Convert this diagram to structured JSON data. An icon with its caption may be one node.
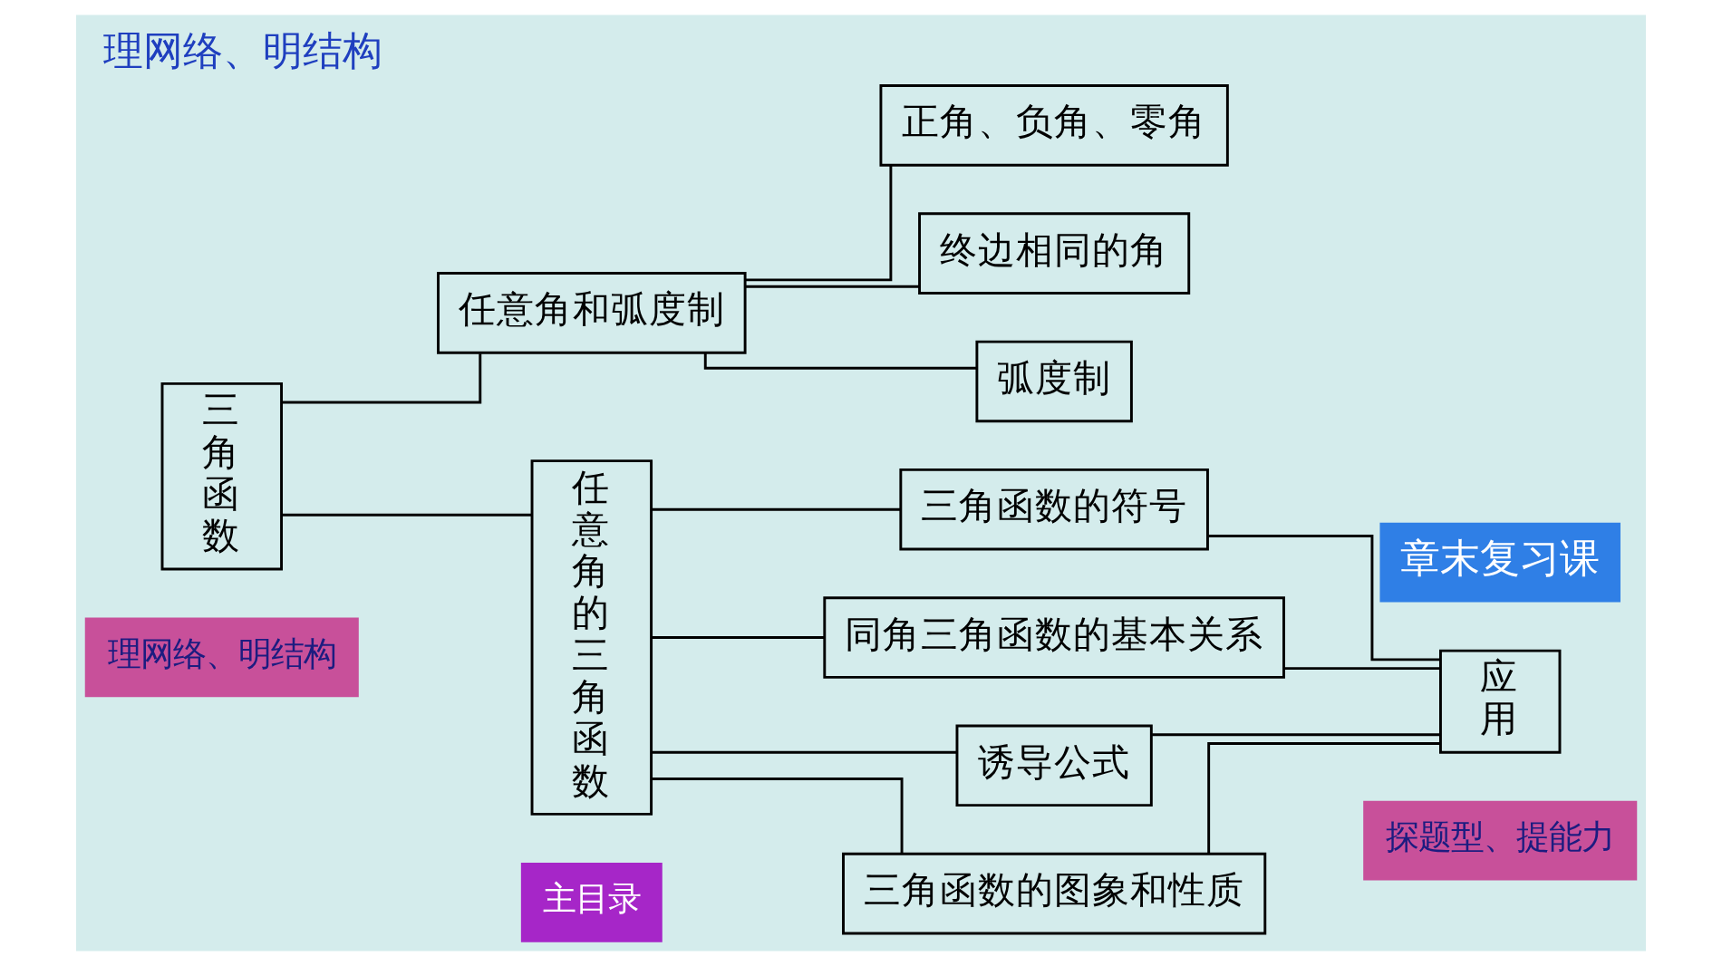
{
  "diagram": {
    "title": "理网络、明结构",
    "nodes": [
      {
        "text": [
          "三角函数"
        ]
      },
      {
        "text": [
          "任意角和弧度制"
        ]
      },
      {
        "text": [
          "正角、负角、零角"
        ]
      },
      {
        "text": [
          "终边相同的角"
        ]
      },
      {
        "text": [
          "弧度制"
        ]
      },
      {
        "text": [
          "任意角的三角函数"
        ]
      },
      {
        "text": [
          "三角函数的符号"
        ]
      },
      {
        "text": [
          "同角三角函数的基本关系"
        ]
      },
      {
        "text": [
          "诱导公式"
        ]
      },
      {
        "text": [
          "三角函数的图象和性质"
        ]
      },
      {
        "text": [
          "应用"
        ]
      }
    ],
    "edges": [
      {
        "from": 0,
        "to": 1,
        "arrow": "none"
      },
      {
        "from": 0,
        "to": 5,
        "arrow": "none"
      },
      {
        "from": 1,
        "to": 2,
        "arrow": "none"
      },
      {
        "from": 1,
        "to": 3,
        "arrow": "none"
      },
      {
        "from": 1,
        "to": 4,
        "arrow": "none"
      },
      {
        "from": 5,
        "to": 6,
        "arrow": "none"
      },
      {
        "from": 5,
        "to": 7,
        "arrow": "none"
      },
      {
        "from": 5,
        "to": 8,
        "arrow": "none"
      },
      {
        "from": 5,
        "to": 9,
        "arrow": "none"
      },
      {
        "from": 6,
        "to": 10,
        "arrow": "none"
      },
      {
        "from": 7,
        "to": 10,
        "arrow": "none"
      },
      {
        "from": 8,
        "to": 10,
        "arrow": "none"
      },
      {
        "from": 9,
        "to": 10,
        "arrow": "none"
      }
    ],
    "labels": [
      "章末复习课",
      "理网络、明结构",
      "主目录",
      "探题型、提能力"
    ]
  }
}
